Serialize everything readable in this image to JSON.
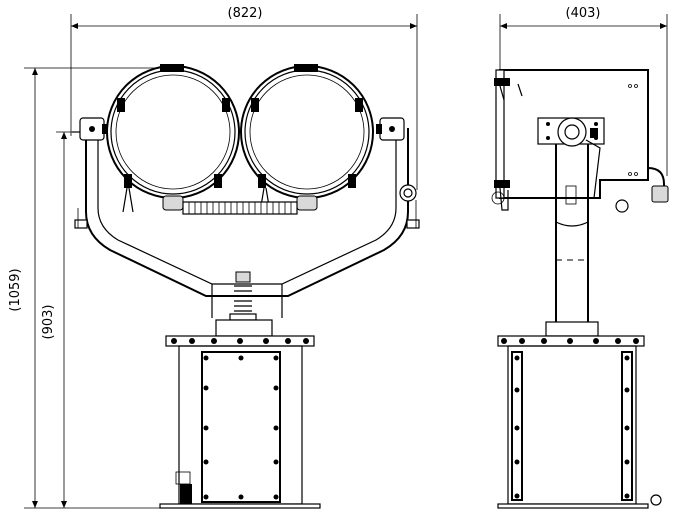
{
  "dimensions": {
    "front_width": "(822)",
    "side_width": "(403)",
    "total_height": "(1059)",
    "pivot_height": "(903)"
  }
}
